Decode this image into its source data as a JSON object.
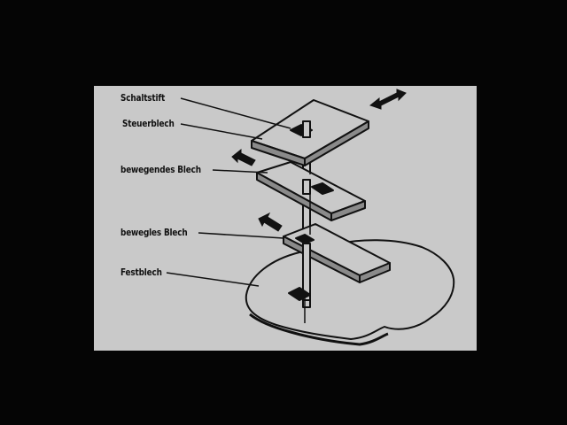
{
  "labels": {
    "schaltstift": "Schaltstift",
    "steuerblech": "Steuerblech",
    "bewegendes_blech": "bewegendes Blech",
    "bewegliches_blech": "bewegles Blech",
    "festblech": "Festblech"
  },
  "colors": {
    "background": "#050505",
    "panel": "#c9c9c9",
    "ink": "#111111"
  }
}
